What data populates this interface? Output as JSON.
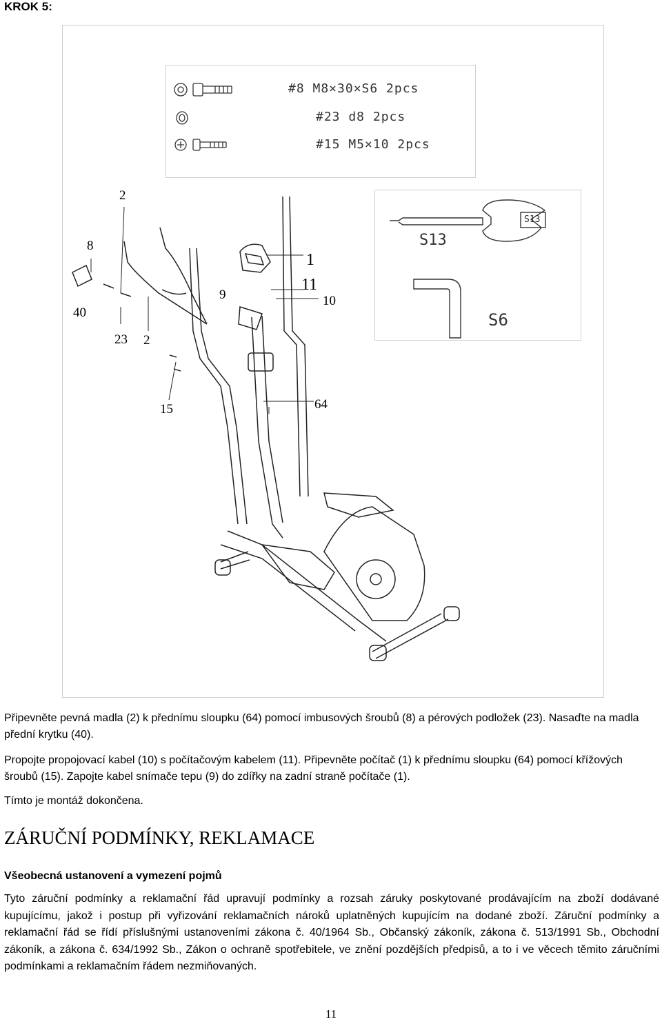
{
  "step_title": "KROK 5:",
  "figure": {
    "parts": [
      {
        "label": "#8 M8×30×S6 2pcs",
        "icon": "bolt-m8-icon"
      },
      {
        "label": "#23  d8   2pcs",
        "icon": "washer-icon"
      },
      {
        "label": "#15 M5×10 2pcs",
        "icon": "cross-screw-icon"
      }
    ],
    "tools": {
      "wrench_label": "S13",
      "wrench_inner_label": "S13",
      "allen_key_label": "S6"
    },
    "callouts": {
      "c2": "2",
      "c8": "8",
      "c40": "40",
      "c9": "9",
      "c1": "1",
      "c11": "11",
      "c10": "10",
      "c23": "23",
      "c2b": "2",
      "c15": "15",
      "c64": "64"
    }
  },
  "instructions": {
    "p1": "Připevněte pevná madla (2) k přednímu sloupku (64) pomocí imbusových šroubů (8) a pérových podložek (23). Nasaďte na madla přední krytku (40).",
    "p2": "Propojte propojovací kabel (10) s počítačovým kabelem (11). Připevněte počítač (1) k přednímu sloupku (64) pomocí křížových šroubů (15). Zapojte kabel snímače tepu (9) do zdířky na zadní straně počítače (1).",
    "p3": "Tímto je montáž dokončena."
  },
  "warranty": {
    "heading": "ZÁRUČNÍ PODMÍNKY, REKLAMACE",
    "subheading": "Všeobecná ustanovení a vymezení pojmů",
    "body": "Tyto záruční podmínky a reklamační řád upravují podmínky a rozsah záruky poskytované prodávajícím na zboží dodávané kupujícímu, jakož i postup při vyřizování reklamačních nároků uplatněných kupujícím na dodané zboží. Záruční podmínky a reklamační řád se řídí příslušnými ustanoveními zákona č. 40/1964 Sb., Občanský zákoník, zákona č. 513/1991 Sb., Obchodní zákoník, a zákona č. 634/1992 Sb., Zákon o ochraně spotřebitele, ve znění pozdějších předpisů, a to i ve věcech těmito záručními podmínkami a reklamačním řádem nezmiňovaných."
  },
  "page_number": "11"
}
